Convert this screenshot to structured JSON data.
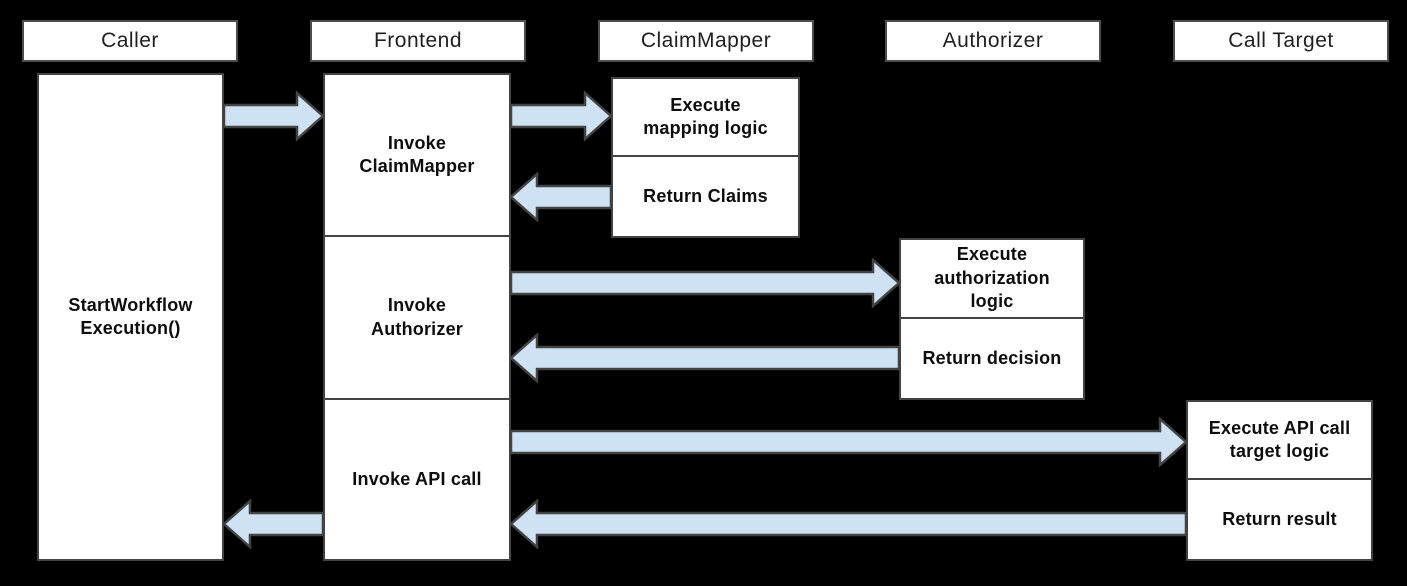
{
  "diagram": {
    "headers": [
      {
        "label": "Caller"
      },
      {
        "label": "Frontend"
      },
      {
        "label": "ClaimMapper"
      },
      {
        "label": "Authorizer"
      },
      {
        "label": "Call Target"
      }
    ],
    "boxes": {
      "caller_activity": "StartWorkflow\nExecution()",
      "invoke_claimmapper": "Invoke\nClaimMapper",
      "invoke_authorizer": "Invoke\nAuthorizer",
      "invoke_api_call": "Invoke API call",
      "execute_mapping": "Execute\nmapping logic",
      "return_claims": "Return Claims",
      "execute_authorization": "Execute\nauthorization\nlogic",
      "return_decision": "Return decision",
      "execute_api_target": "Execute API call\ntarget logic",
      "return_result": "Return result"
    },
    "arrows": [
      {
        "from": "Caller",
        "to": "Frontend",
        "description": "Caller to Frontend"
      },
      {
        "from": "Frontend",
        "to": "ClaimMapper",
        "description": "Frontend to ClaimMapper"
      },
      {
        "from": "ClaimMapper",
        "to": "Frontend",
        "description": "ClaimMapper returns to Frontend"
      },
      {
        "from": "Frontend",
        "to": "Authorizer",
        "description": "Frontend to Authorizer"
      },
      {
        "from": "Authorizer",
        "to": "Frontend",
        "description": "Authorizer returns to Frontend"
      },
      {
        "from": "Frontend",
        "to": "Call Target",
        "description": "Frontend to Call Target"
      },
      {
        "from": "Call Target",
        "to": "Frontend",
        "description": "Call Target returns to Frontend"
      },
      {
        "from": "Frontend",
        "to": "Caller",
        "description": "Frontend returns to Caller"
      }
    ],
    "colors": {
      "background": "#000000",
      "box_fill": "#ffffff",
      "box_border": "#434343",
      "header_border": "#4d4d4d",
      "arrow_fill": "#cfe2f3",
      "arrow_outline": "#434343",
      "text": "#0d0d0d"
    }
  }
}
